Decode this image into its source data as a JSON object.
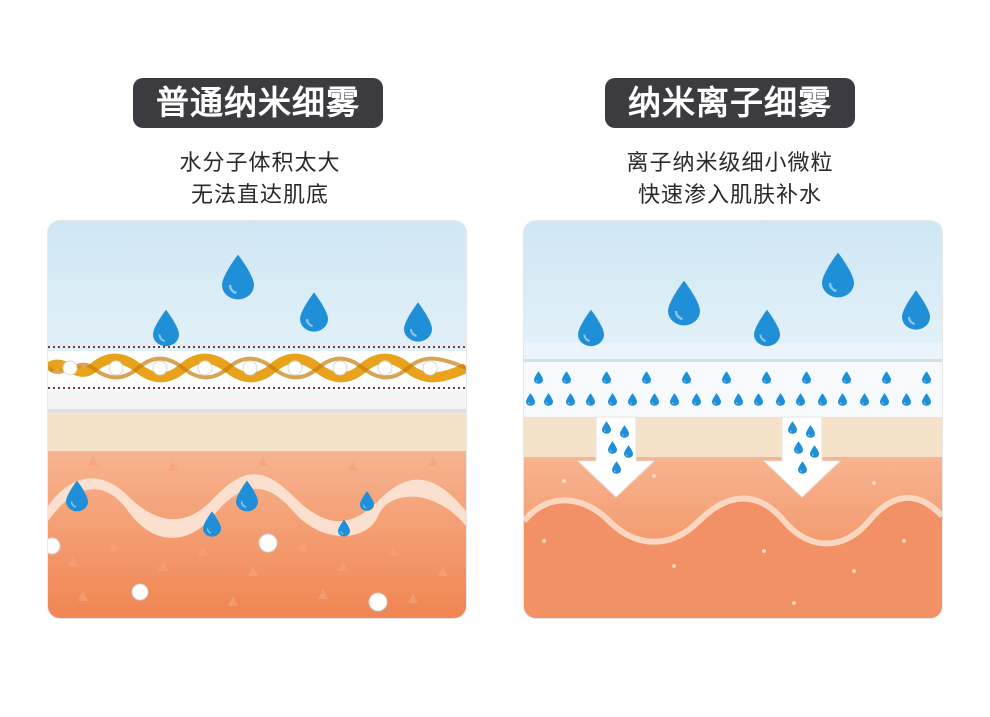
{
  "left": {
    "title": "普通纳米细雾",
    "subtitle_line1": "水分子体积太大",
    "subtitle_line2": "无法直达肌底"
  },
  "right": {
    "title": "纳米离子细雾",
    "subtitle_line1": "离子纳米级细小微粒",
    "subtitle_line2": "快速渗入肌肤补水"
  },
  "colors": {
    "title_badge": "#3b3b40",
    "sky": "#d8ecf7",
    "drop": "#1f8fd8",
    "skin": "#f08a5d",
    "skin_light": "#f7b38f",
    "epidermis": "#f6e3cc",
    "barrier_gold": "#e8a21c"
  },
  "icons": [
    "water-drop-icon",
    "down-arrow-icon"
  ]
}
